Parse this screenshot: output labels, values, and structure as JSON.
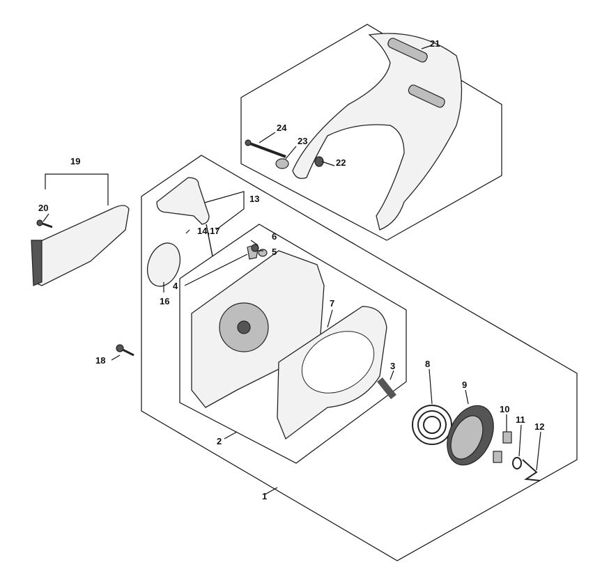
{
  "labels": {
    "p1": "1",
    "p2": "2",
    "p3": "3",
    "p4": "4",
    "p5": "5",
    "p6": "6",
    "p7": "7",
    "p8": "8",
    "p9": "9",
    "p10": "10",
    "p11": "11",
    "p12": "12",
    "p13": "13",
    "p14_17": "14,17",
    "p16": "16",
    "p18": "18",
    "p19": "19",
    "p20": "20",
    "p21": "21",
    "p22": "22",
    "p23": "23",
    "p24": "24"
  }
}
